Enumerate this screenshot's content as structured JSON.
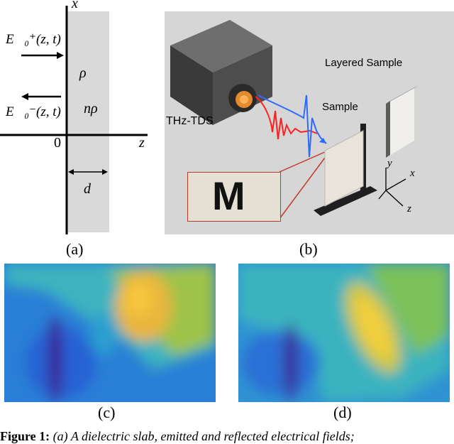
{
  "panel_a": {
    "x_axis_label": "x",
    "z_axis_label": "z",
    "origin_label": "0",
    "incident_field": "E⃗₀⁺(z, t)",
    "reflected_field": "E⃗₀⁻(z, t)",
    "rho_label": "ρ",
    "n_rho_label": "nρ",
    "thickness_label": "d",
    "label": "(a)"
  },
  "panel_b": {
    "thz_label": "THz-TDS",
    "sample_label": "Sample",
    "layered_label": "Layered Sample",
    "inset_letter": "M",
    "axis_y": "y",
    "axis_x": "x",
    "axis_z": "z",
    "label": "(b)"
  },
  "panel_c": {
    "label": "(c)"
  },
  "panel_d": {
    "label": "(d)"
  },
  "caption": {
    "prefix": "Figure 1:",
    "text": "(a) A dielectric slab, emitted and reflected electrical fields;"
  },
  "colors": {
    "slab": "#d9d9d9",
    "render_bg": "#d6d6d6",
    "thz_red": "#ff2020",
    "thz_blue": "#2b6bff",
    "inset_border": "#c0392b",
    "heatmap_low": "#3a2a8c",
    "heatmap_mid": "#2aa6c6",
    "heatmap_high": "#f5c542"
  }
}
